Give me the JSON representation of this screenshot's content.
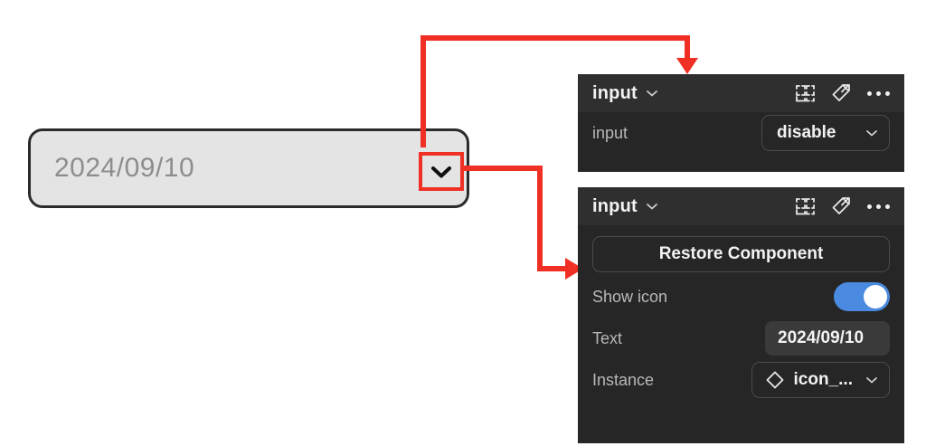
{
  "canvas": {
    "input_component": {
      "name": "date-input",
      "value": "2024/09/10",
      "dropdown_icon": "chevron-down-icon",
      "highlight_color": "#f03024",
      "fill_color": "#e4e4e4",
      "border_color": "#2b2b2b",
      "text_color": "#8d8d8d"
    }
  },
  "annotations": {
    "arrow_color": "#f03024",
    "arrow_1": "from input field top to panel 1 header",
    "arrow_2": "from chevron button to panel 2 Restore Component"
  },
  "panels": [
    {
      "id": "panel-disable",
      "header": {
        "title": "input",
        "caret_icon": "chevron-down-icon",
        "icons": [
          "component-grid-icon",
          "detach-instance-icon",
          "more-options-icon"
        ]
      },
      "rows": [
        {
          "label": "input",
          "control_type": "select",
          "value": "disable",
          "caret_icon": "chevron-down-icon"
        }
      ]
    },
    {
      "id": "panel-properties",
      "header": {
        "title": "input",
        "caret_icon": "chevron-down-icon",
        "icons": [
          "component-grid-icon",
          "detach-instance-icon",
          "more-options-icon"
        ]
      },
      "restore_button": {
        "label": "Restore Component"
      },
      "rows": [
        {
          "label": "Show icon",
          "control_type": "toggle",
          "value": "on",
          "accent_color": "#4a8ae0"
        },
        {
          "label": "Text",
          "control_type": "text",
          "value": "2024/09/10"
        },
        {
          "label": "Instance",
          "control_type": "instance-select",
          "value": "icon_...",
          "glyph_icon": "component-diamond-icon",
          "caret_icon": "chevron-down-icon"
        }
      ]
    }
  ]
}
